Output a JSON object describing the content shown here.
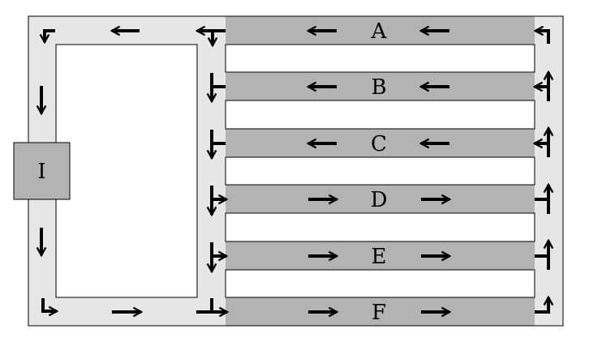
{
  "diagram": {
    "lanes": [
      {
        "label": "A",
        "direction": "left"
      },
      {
        "label": "B",
        "direction": "left"
      },
      {
        "label": "C",
        "direction": "left"
      },
      {
        "label": "D",
        "direction": "right"
      },
      {
        "label": "E",
        "direction": "right"
      },
      {
        "label": "F",
        "direction": "right"
      }
    ],
    "intersection": {
      "label": "I"
    },
    "colors": {
      "lane": "#b3b3b3",
      "corridor": "#e6e6e6",
      "box": "#b3b3b3",
      "white": "#ffffff",
      "outline": "#000000"
    }
  }
}
